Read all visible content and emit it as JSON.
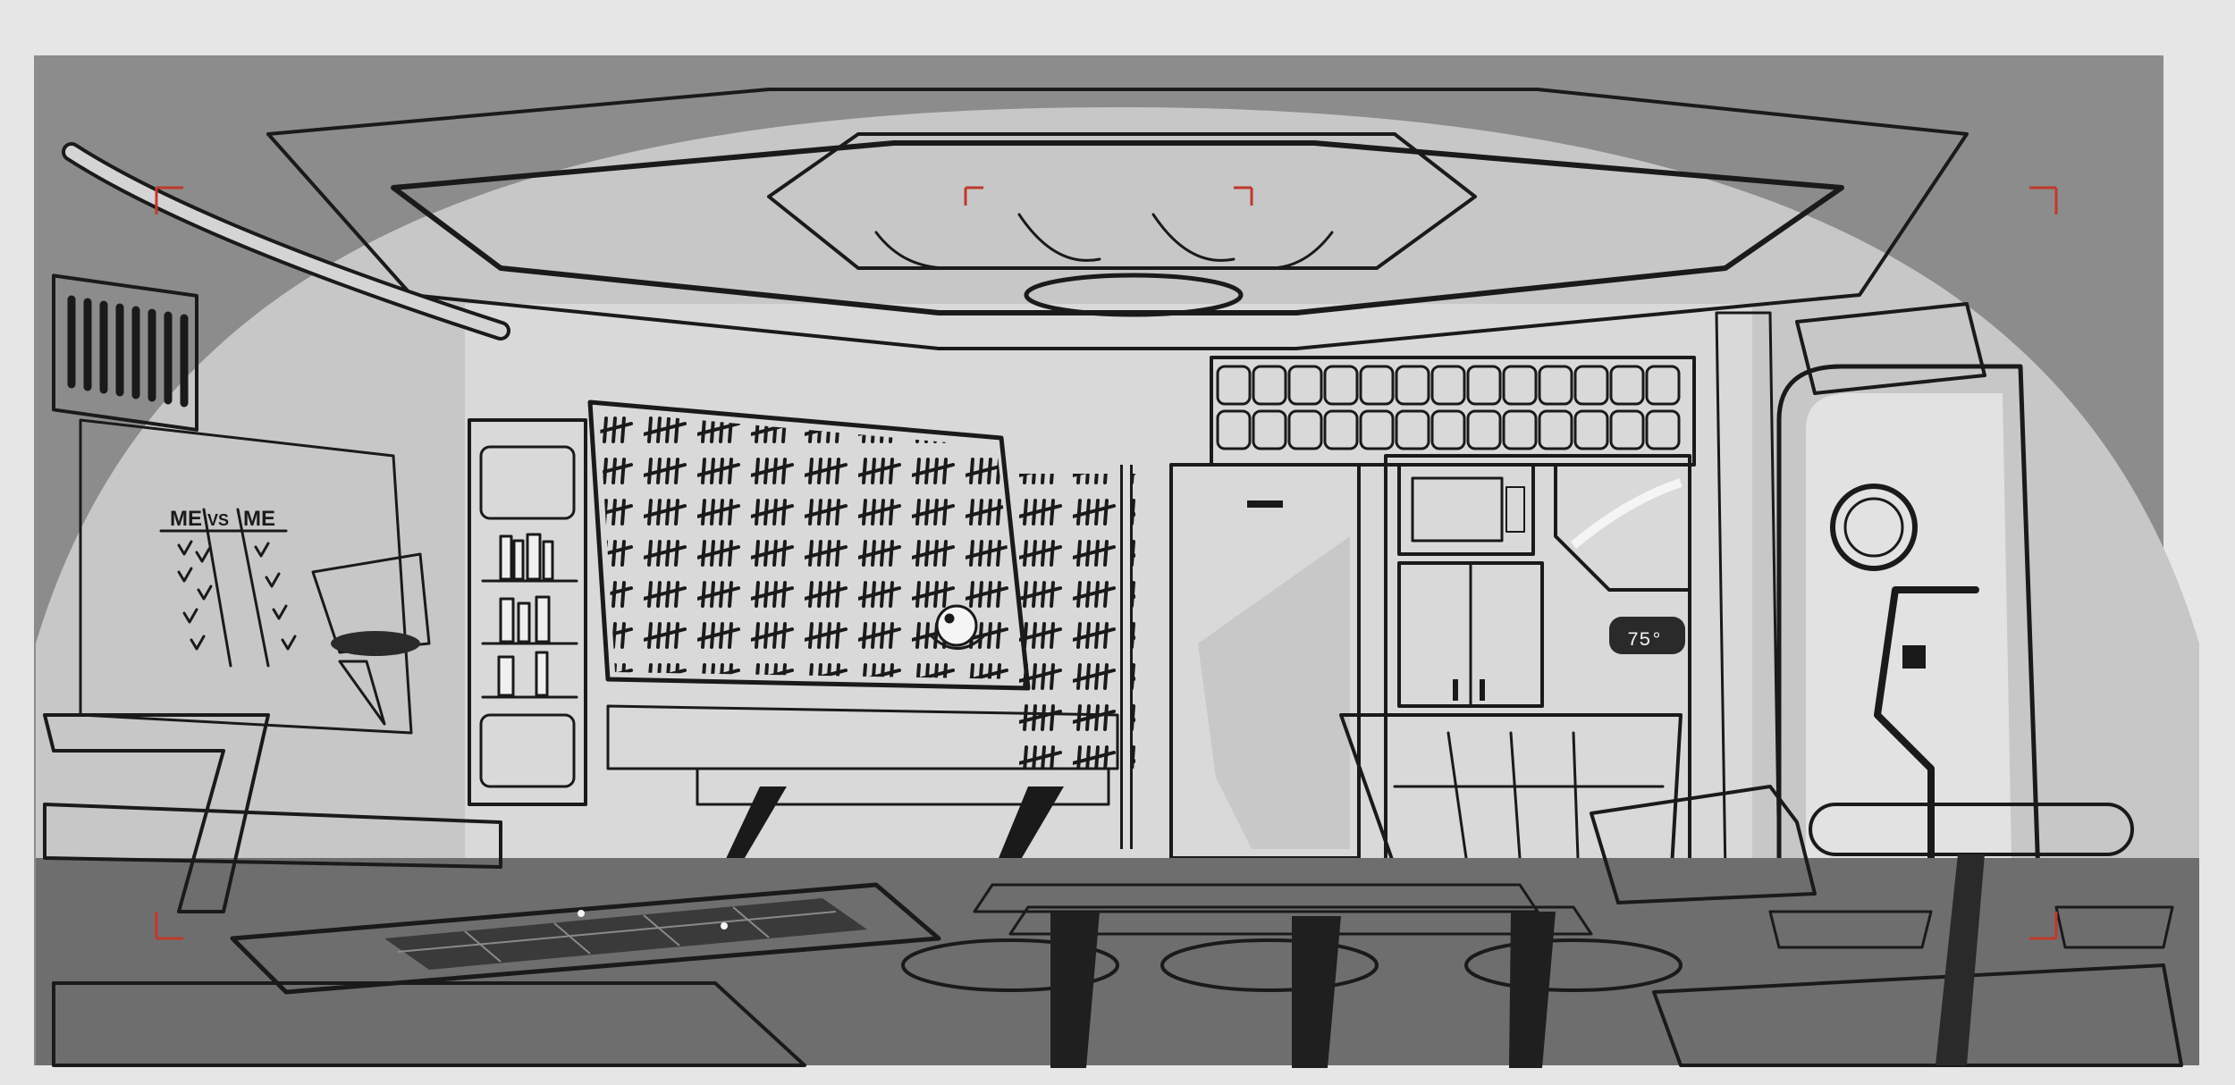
{
  "scene": {
    "whiteboard": {
      "left_label": "ME",
      "middle_label": "VS",
      "right_label": "ME"
    },
    "readout": {
      "temperature": "75°"
    }
  },
  "palette": {
    "paper": "#e6e6e6",
    "shadow": "#8c8c8c",
    "mid": "#a8a8a8",
    "light": "#d4d4d4",
    "floor": "#6e6e6e",
    "ink": "#1a1a1a",
    "guide_red": "#c0392b"
  }
}
